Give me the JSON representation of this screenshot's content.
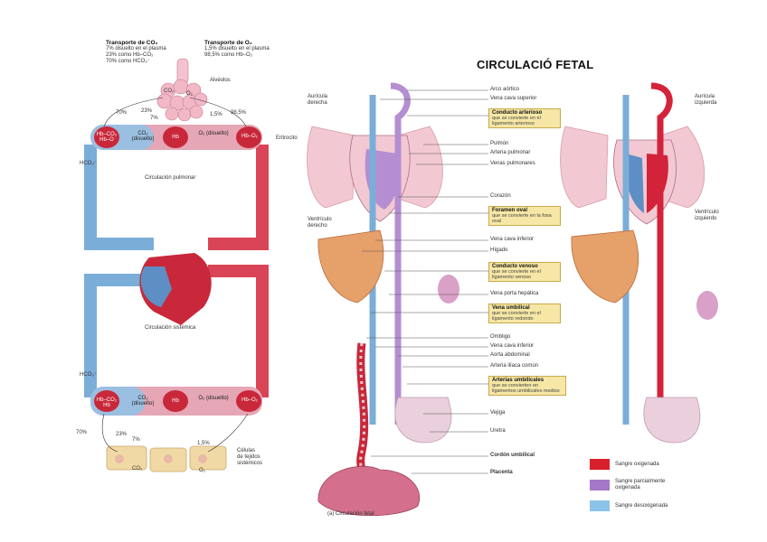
{
  "left": {
    "co2_transport": {
      "title": "Transporte de CO₂",
      "lines": [
        "7% disuelto en el plasma",
        "23% como Hb–CO₂",
        "70% como HCO₃⁻"
      ]
    },
    "o2_transport": {
      "title": "Transporte de O₂",
      "lines": [
        "1,5% disuelto en el plasma",
        "98,5% como Hb–O₂"
      ]
    },
    "alveolos": "Alvéolos",
    "eritrocito": "Eritrocito",
    "circ_pulmonar": "Circulación pulmonar",
    "circ_sistemica": "Circulación sistémica",
    "tissue_label": [
      "Células",
      "de tejidos",
      "sistémicos"
    ],
    "top_pct": [
      "70%",
      "23%",
      "7%",
      "1,5%",
      "98,5%"
    ],
    "bottom_pct": [
      "70%",
      "23%",
      "7%",
      "1,5%"
    ],
    "top_cells": [
      "Hb–CO₂ Hb–O",
      "CO₂ (disuelto)",
      "Hb",
      "O₂ (disuelto)",
      "Hb–O₂"
    ],
    "bottom_cells": [
      "Hb–CO₂ Hb",
      "CO₂ (disuelto)",
      "Hb",
      "O₂ (disuelto)",
      "Hb–O₂"
    ],
    "hco3": "HCO₃⁻",
    "co2": "CO₂",
    "o2": "O₂"
  },
  "right": {
    "title": "CIRCULACIÓ FETAL",
    "left_labels": [
      "Aurícula derecha",
      "Ventrículo derecho"
    ],
    "right_labels": [
      "Aurícula izquierda",
      "Ventrículo izquierdo"
    ],
    "center_labels": [
      {
        "text": "Arco aórtico",
        "box": false
      },
      {
        "text": "Vena cava superior",
        "box": false
      },
      {
        "text": "Conducto arterioso",
        "sub": "que se convierte en el ligamento arterioso",
        "box": true
      },
      {
        "text": "Pulmón",
        "box": false
      },
      {
        "text": "Arteria pulmonar",
        "box": false
      },
      {
        "text": "Venas pulmonares",
        "box": false
      },
      {
        "text": "Corazón",
        "box": false
      },
      {
        "text": "Foramen oval",
        "sub": "que se convierte en la fosa oval",
        "box": true
      },
      {
        "text": "Vena cava inferior",
        "box": false
      },
      {
        "text": "Hígado",
        "box": false
      },
      {
        "text": "Conducto venoso",
        "sub": "que se convierte en el ligamento venoso",
        "box": true
      },
      {
        "text": "Vena porta hepática",
        "box": false
      },
      {
        "text": "Vena umbilical",
        "sub": "que se convierte en el ligamento redondo",
        "box": true
      },
      {
        "text": "Ombligo",
        "box": false
      },
      {
        "text": "Vena cava inferior",
        "box": false
      },
      {
        "text": "Aorta abdominal",
        "box": false
      },
      {
        "text": "Arteria ilíaca común",
        "box": false
      },
      {
        "text": "Arterias umbilicales",
        "sub": "que se convierten en ligamentos umbilicales medios",
        "box": true
      },
      {
        "text": "Vejiga",
        "box": false
      },
      {
        "text": "Uretra",
        "box": false
      },
      {
        "text": "Cordón umbilical",
        "box": false
      },
      {
        "text": "Placenta",
        "box": false
      }
    ],
    "caption": "(a) Circulación fetal",
    "legend": [
      {
        "label": "Sangre oxigenada",
        "color": "#d91f2b"
      },
      {
        "label": "Sangre parcialmente oxigenada",
        "color": "#a477c7"
      },
      {
        "label": "Sangre desoxigenada",
        "color": "#8cc3e8"
      }
    ]
  },
  "colors": {
    "red": "#d3233a",
    "blue": "#7aaed8",
    "purple": "#b58ed1",
    "pink": "#f2c9d2",
    "tan": "#f1d9a6"
  }
}
